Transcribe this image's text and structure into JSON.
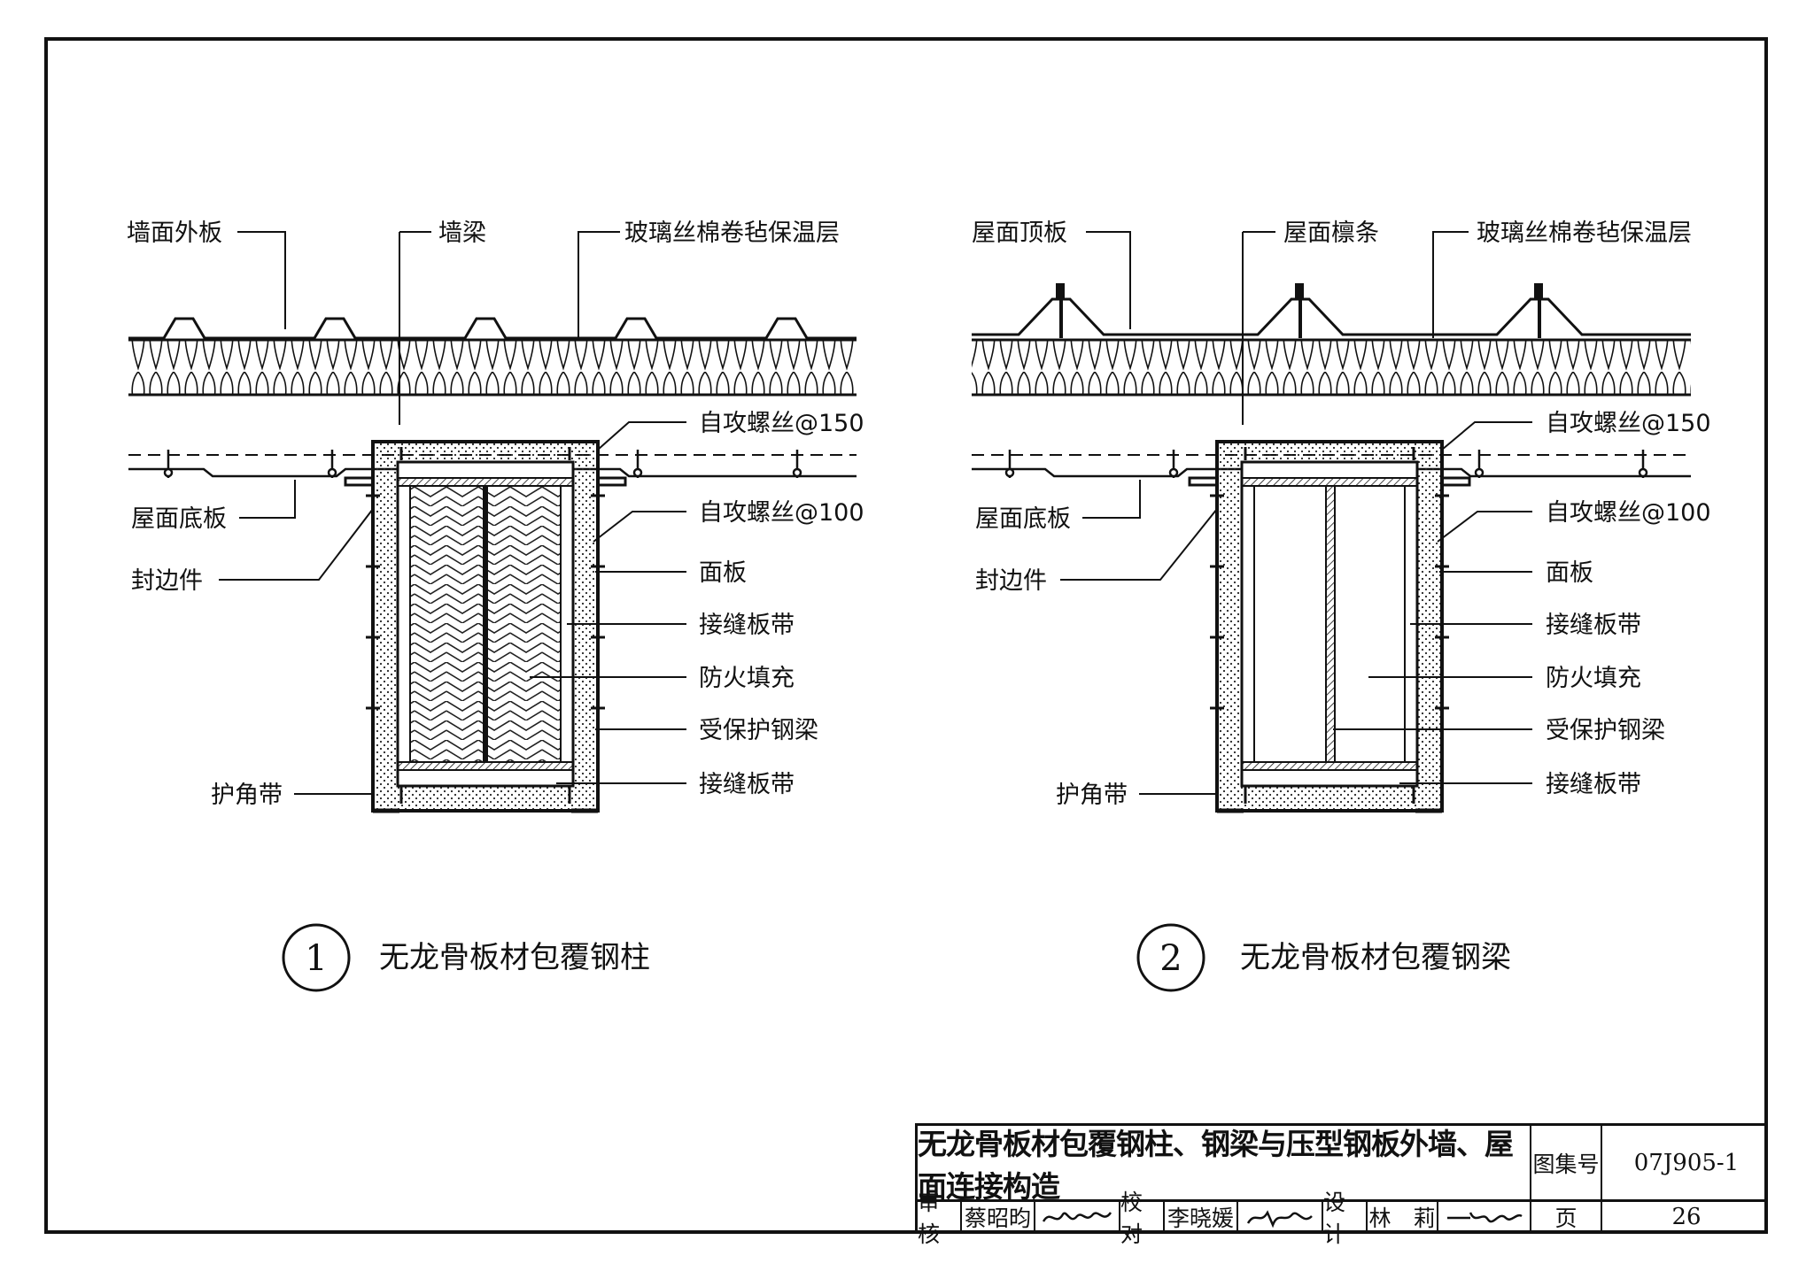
{
  "detail1": {
    "labels": {
      "wall_outer_panel": "墙面外板",
      "wall_beam": "墙梁",
      "insulation": "玻璃丝棉卷毡保温层",
      "screw_150": "自攻螺丝@150",
      "roof_bottom_panel": "屋面底板",
      "screw_100": "自攻螺丝@100",
      "edge_piece": "封边件",
      "face_panel": "面板",
      "joint_strip_1": "接缝板带",
      "fire_fill": "防火填充",
      "protected_beam": "受保护钢梁",
      "corner_strip": "护角带",
      "joint_strip_2": "接缝板带"
    },
    "number": "1",
    "caption": "无龙骨板材包覆钢柱"
  },
  "detail2": {
    "labels": {
      "roof_top_panel": "屋面顶板",
      "roof_purlin": "屋面檩条",
      "insulation": "玻璃丝棉卷毡保温层",
      "screw_150": "自攻螺丝@150",
      "roof_bottom_panel": "屋面底板",
      "screw_100": "自攻螺丝@100",
      "edge_piece": "封边件",
      "face_panel": "面板",
      "joint_strip_1": "接缝板带",
      "fire_fill": "防火填充",
      "protected_beam": "受保护钢梁",
      "corner_strip": "护角带",
      "joint_strip_2": "接缝板带"
    },
    "number": "2",
    "caption": "无龙骨板材包覆钢梁"
  },
  "title_block": {
    "title": "无龙骨板材包覆钢柱、钢梁与压型钢板外墙、屋面连接构造",
    "atlas_label": "图集号",
    "atlas_no": "07J905-1",
    "review_label": "审核",
    "reviewer": "蔡昭昀",
    "check_label": "校对",
    "checker": "李晓媛",
    "design_label": "设计",
    "designer": "林　莉",
    "page_label": "页",
    "page_no": "26"
  }
}
